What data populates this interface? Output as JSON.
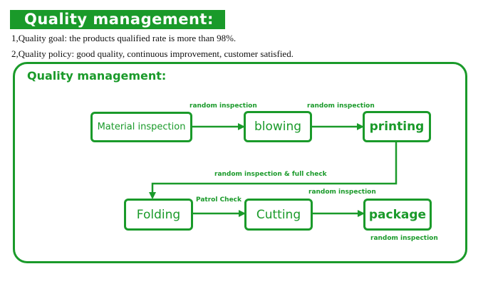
{
  "banner": {
    "title": "Quality management:"
  },
  "intro": {
    "goal": "1,Quality goal: the products qualified rate is more than 98%.",
    "policy": "2,Quality policy: good quality, continuous improvement, customer satisfied."
  },
  "panel": {
    "title": "Quality management:"
  },
  "nodes": {
    "material_inspection": "Material inspection",
    "blowing": "blowing",
    "printing": "printing",
    "folding": "Folding",
    "cutting": "Cutting",
    "package": "package"
  },
  "edge_labels": {
    "material_to_blowing": "random inspection",
    "blowing_to_printing": "random inspection",
    "printing_to_folding": "random inspection & full check",
    "folding_to_cutting": "Patrol Check",
    "cutting_to_package": "random inspection",
    "package_below": "random inspection"
  },
  "colors": {
    "accent": "#1a9a2a",
    "text": "#111111",
    "background": "#ffffff"
  }
}
